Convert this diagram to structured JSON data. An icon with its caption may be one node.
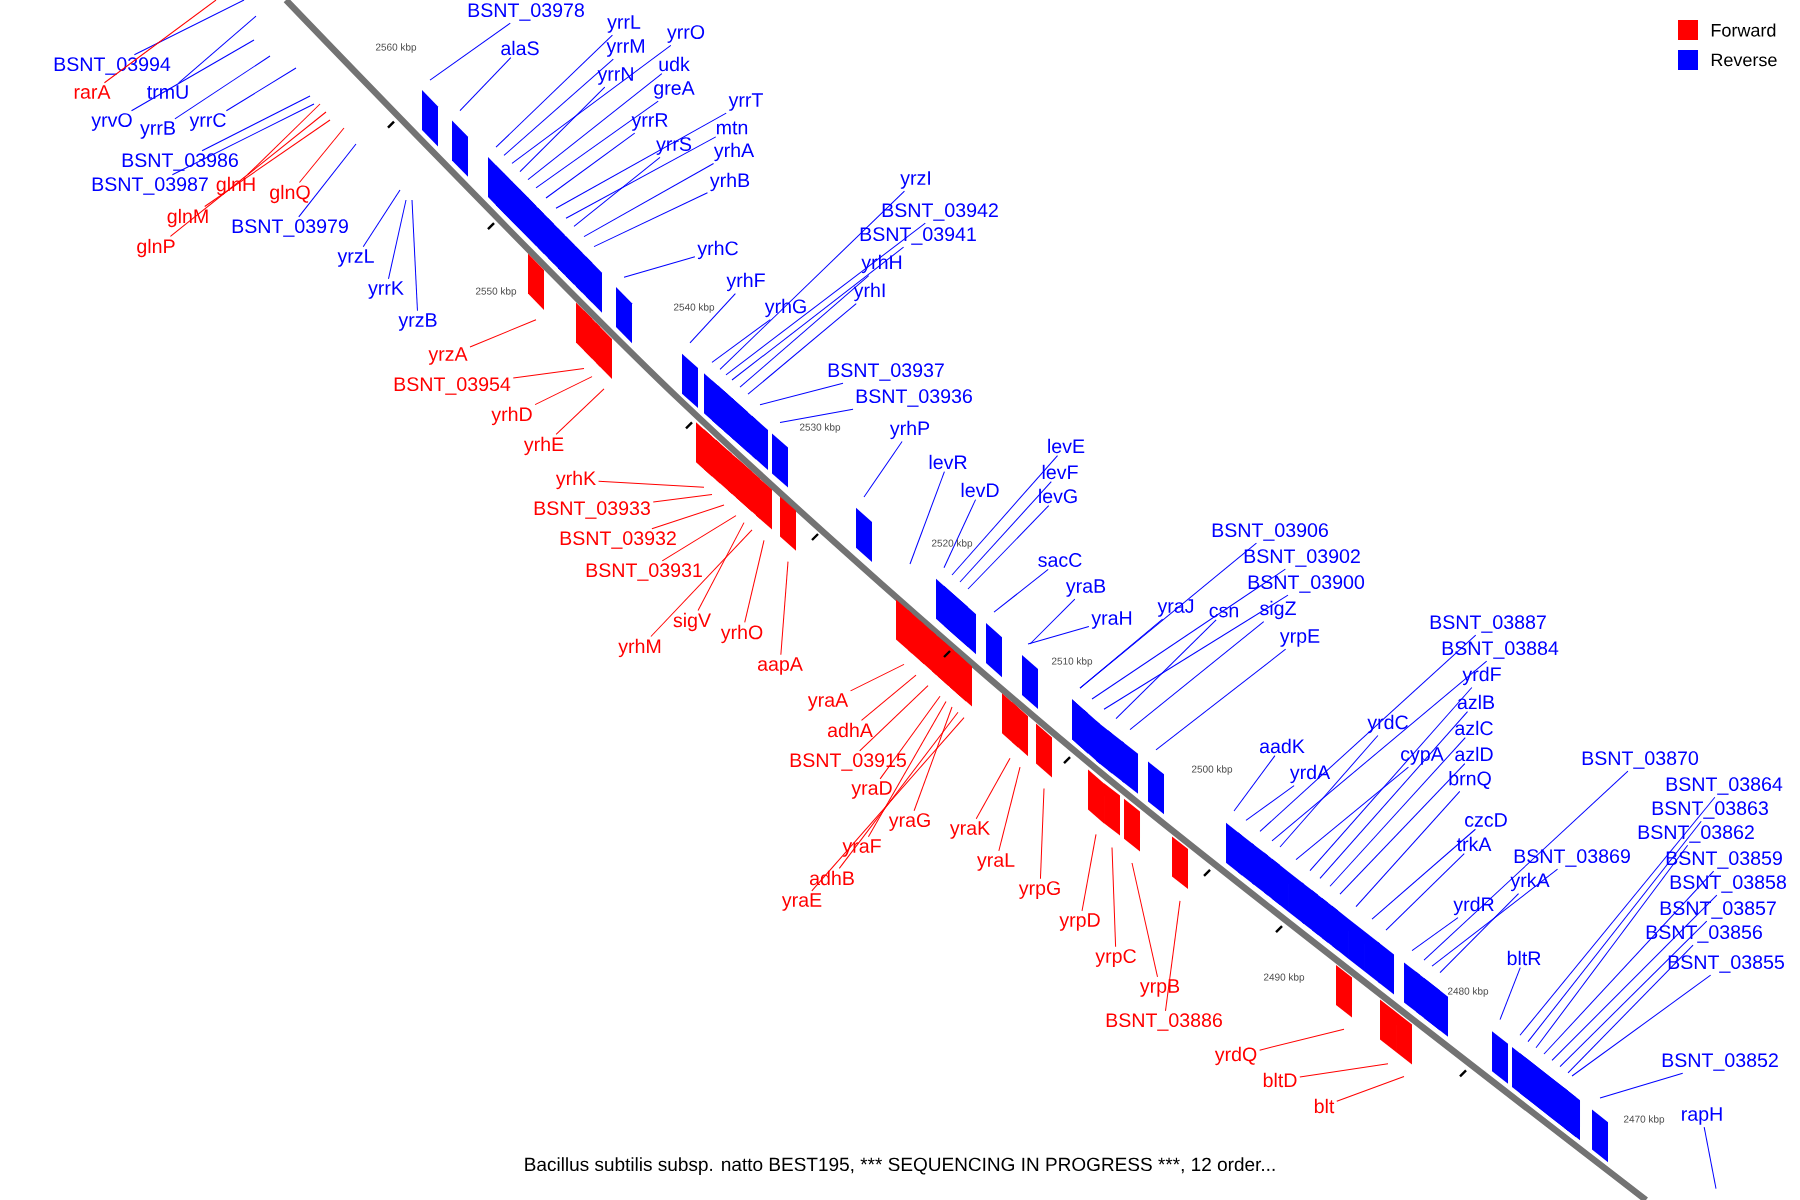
{
  "diagram": {
    "caption": "Bacillus subtilis subsp. natto BEST195, *** SEQUENCING IN PROGRESS ***, 12 order...",
    "nodes": [
      {
        "text": [
          "BSNT_03994"
        ]
      },
      {
        "text": [
          "rarA"
        ]
      },
      {
        "text": [
          "trmU"
        ]
      },
      {
        "text": [
          "yrvO"
        ]
      },
      {
        "text": [
          "yrrB"
        ]
      },
      {
        "text": [
          "yrrC"
        ]
      },
      {
        "text": [
          "BSNT_03986"
        ]
      },
      {
        "text": [
          "BSNT_03987"
        ]
      },
      {
        "text": [
          "glnH"
        ]
      },
      {
        "text": [
          "glnQ"
        ]
      },
      {
        "text": [
          "glnM"
        ]
      },
      {
        "text": [
          "glnP"
        ]
      },
      {
        "text": [
          "BSNT_03979"
        ]
      },
      {
        "text": [
          "yrzL"
        ]
      },
      {
        "text": [
          "yrrK"
        ]
      },
      {
        "text": [
          "yrzB"
        ]
      },
      {
        "text": [
          "BSNT_03978"
        ]
      },
      {
        "text": [
          "alaS"
        ]
      },
      {
        "text": [
          "yrrL"
        ]
      },
      {
        "text": [
          "yrrM"
        ]
      },
      {
        "text": [
          "yrrO"
        ]
      },
      {
        "text": [
          "yrrN"
        ]
      },
      {
        "text": [
          "udk"
        ]
      },
      {
        "text": [
          "greA"
        ]
      },
      {
        "text": [
          "yrrR"
        ]
      },
      {
        "text": [
          "yrrT"
        ]
      },
      {
        "text": [
          "mtn"
        ]
      },
      {
        "text": [
          "yrrS"
        ]
      },
      {
        "text": [
          "yrhA"
        ]
      },
      {
        "text": [
          "yrhB"
        ]
      },
      {
        "text": [
          "yrhC"
        ]
      },
      {
        "text": [
          "yrhF"
        ]
      },
      {
        "text": [
          "yrzI"
        ]
      },
      {
        "text": [
          "BSNT_03942"
        ]
      },
      {
        "text": [
          "BSNT_03941"
        ]
      },
      {
        "text": [
          "yrhH"
        ]
      },
      {
        "text": [
          "yrhI"
        ]
      },
      {
        "text": [
          "yrhG"
        ]
      },
      {
        "text": [
          "yrzA"
        ]
      },
      {
        "text": [
          "BSNT_03954"
        ]
      },
      {
        "text": [
          "yrhD"
        ]
      },
      {
        "text": [
          "yrhE"
        ]
      },
      {
        "text": [
          "BSNT_03937"
        ]
      },
      {
        "text": [
          "BSNT_03936"
        ]
      },
      {
        "text": [
          "yrhP"
        ]
      },
      {
        "text": [
          "levR"
        ]
      },
      {
        "text": [
          "levD"
        ]
      },
      {
        "text": [
          "levE"
        ]
      },
      {
        "text": [
          "levF"
        ]
      },
      {
        "text": [
          "levG"
        ]
      },
      {
        "text": [
          "yrhK"
        ]
      },
      {
        "text": [
          "BSNT_03933"
        ]
      },
      {
        "text": [
          "BSNT_03932"
        ]
      },
      {
        "text": [
          "BSNT_03931"
        ]
      },
      {
        "text": [
          "sacC"
        ]
      },
      {
        "text": [
          "yraB"
        ]
      },
      {
        "text": [
          "BSNT_03906"
        ]
      },
      {
        "text": [
          "BSNT_03902"
        ]
      },
      {
        "text": [
          "BSNT_03900"
        ]
      },
      {
        "text": [
          "yraH"
        ]
      },
      {
        "text": [
          "yraJ"
        ]
      },
      {
        "text": [
          "csn"
        ]
      },
      {
        "text": [
          "sigZ"
        ]
      },
      {
        "text": [
          "yrpE"
        ]
      },
      {
        "text": [
          "sigV"
        ]
      },
      {
        "text": [
          "yrhO"
        ]
      },
      {
        "text": [
          "yrhM"
        ]
      },
      {
        "text": [
          "aapA"
        ]
      },
      {
        "text": [
          "BSNT_03887"
        ]
      },
      {
        "text": [
          "BSNT_03884"
        ]
      },
      {
        "text": [
          "yrdF"
        ]
      },
      {
        "text": [
          "azlB"
        ]
      },
      {
        "text": [
          "yraA"
        ]
      },
      {
        "text": [
          "yrdC"
        ]
      },
      {
        "text": [
          "azlC"
        ]
      },
      {
        "text": [
          "adhA"
        ]
      },
      {
        "text": [
          "aadK"
        ]
      },
      {
        "text": [
          "azlD"
        ]
      },
      {
        "text": [
          "cypA"
        ]
      },
      {
        "text": [
          "BSNT_03870"
        ]
      },
      {
        "text": [
          "BSNT_03915"
        ]
      },
      {
        "text": [
          "yrdA"
        ]
      },
      {
        "text": [
          "brnQ"
        ]
      },
      {
        "text": [
          "BSNT_03864"
        ]
      },
      {
        "text": [
          "yraD"
        ]
      },
      {
        "text": [
          "BSNT_03863"
        ]
      },
      {
        "text": [
          "czcD"
        ]
      },
      {
        "text": [
          "yraG"
        ]
      },
      {
        "text": [
          "yraK"
        ]
      },
      {
        "text": [
          "BSNT_03862"
        ]
      },
      {
        "text": [
          "trkA"
        ]
      },
      {
        "text": [
          "yraF"
        ]
      },
      {
        "text": [
          "BSNT_03869"
        ]
      },
      {
        "text": [
          "BSNT_03859"
        ]
      },
      {
        "text": [
          "yraL"
        ]
      },
      {
        "text": [
          "adhB"
        ]
      },
      {
        "text": [
          "yrkA"
        ]
      },
      {
        "text": [
          "BSNT_03858"
        ]
      },
      {
        "text": [
          "yrpG"
        ]
      },
      {
        "text": [
          "yraE"
        ]
      },
      {
        "text": [
          "yrdR"
        ]
      },
      {
        "text": [
          "BSNT_03857"
        ]
      },
      {
        "text": [
          "yrpD"
        ]
      },
      {
        "text": [
          "BSNT_03856"
        ]
      },
      {
        "text": [
          "yrpC"
        ]
      },
      {
        "text": [
          "bltR"
        ]
      },
      {
        "text": [
          "BSNT_03855"
        ]
      },
      {
        "text": [
          "yrpB"
        ]
      },
      {
        "text": [
          "BSNT_03886"
        ]
      },
      {
        "text": [
          "yrdQ"
        ]
      },
      {
        "text": [
          "BSNT_03852"
        ]
      },
      {
        "text": [
          "bltD"
        ]
      },
      {
        "text": [
          "blt"
        ]
      },
      {
        "text": [
          "rapH"
        ]
      }
    ],
    "edges": [
      {
        "from": 0,
        "to": null,
        "arrow": "none"
      },
      {
        "from": 1,
        "to": null,
        "arrow": "none",
        "color": "#ff0000"
      },
      {
        "from": 2,
        "to": null,
        "arrow": "none"
      },
      {
        "from": 3,
        "to": null,
        "arrow": "none"
      },
      {
        "from": 4,
        "to": null,
        "arrow": "none"
      },
      {
        "from": 5,
        "to": null,
        "arrow": "none"
      },
      {
        "from": 6,
        "to": null,
        "arrow": "none"
      },
      {
        "from": 7,
        "to": null,
        "arrow": "none"
      },
      {
        "from": 8,
        "to": null,
        "arrow": "none",
        "color": "#ff0000"
      },
      {
        "from": 9,
        "to": null,
        "arrow": "none",
        "color": "#ff0000"
      },
      {
        "from": 10,
        "to": null,
        "arrow": "none",
        "color": "#ff0000"
      },
      {
        "from": 11,
        "to": null,
        "arrow": "none",
        "color": "#ff0000"
      },
      {
        "from": 12,
        "to": null,
        "arrow": "none"
      },
      {
        "from": 13,
        "to": null,
        "arrow": "none"
      },
      {
        "from": 14,
        "to": null,
        "arrow": "none"
      },
      {
        "from": 15,
        "to": null,
        "arrow": "none"
      },
      {
        "from": 16,
        "to": null,
        "arrow": "none"
      },
      {
        "from": 17,
        "to": null,
        "arrow": "none"
      },
      {
        "from": 18,
        "to": null,
        "arrow": "none"
      },
      {
        "from": 19,
        "to": null,
        "arrow": "none"
      },
      {
        "from": 20,
        "to": null,
        "arrow": "none"
      },
      {
        "from": 21,
        "to": null,
        "arrow": "none"
      },
      {
        "from": 22,
        "to": null,
        "arrow": "none"
      },
      {
        "from": 23,
        "to": null,
        "arrow": "none"
      },
      {
        "from": 24,
        "to": null,
        "arrow": "none"
      },
      {
        "from": 25,
        "to": null,
        "arrow": "none"
      },
      {
        "from": 26,
        "to": null,
        "arrow": "none"
      },
      {
        "from": 27,
        "to": null,
        "arrow": "none"
      },
      {
        "from": 28,
        "to": null,
        "arrow": "none"
      },
      {
        "from": 29,
        "to": null,
        "arrow": "none"
      },
      {
        "from": 30,
        "to": null,
        "arrow": "none"
      },
      {
        "from": 31,
        "to": null,
        "arrow": "none"
      },
      {
        "from": 32,
        "to": null,
        "arrow": "none"
      },
      {
        "from": 33,
        "to": null,
        "arrow": "none"
      },
      {
        "from": 34,
        "to": null,
        "arrow": "none"
      },
      {
        "from": 35,
        "to": null,
        "arrow": "none"
      },
      {
        "from": 36,
        "to": null,
        "arrow": "none"
      },
      {
        "from": 37,
        "to": null,
        "arrow": "none"
      },
      {
        "from": 38,
        "to": null,
        "arrow": "none",
        "color": "#ff0000"
      },
      {
        "from": 39,
        "to": null,
        "arrow": "none",
        "color": "#ff0000"
      },
      {
        "from": 40,
        "to": null,
        "arrow": "none",
        "color": "#ff0000"
      },
      {
        "from": 41,
        "to": null,
        "arrow": "none",
        "color": "#ff0000"
      },
      {
        "from": 42,
        "to": null,
        "arrow": "none"
      },
      {
        "from": 43,
        "to": null,
        "arrow": "none"
      },
      {
        "from": 44,
        "to": null,
        "arrow": "none"
      },
      {
        "from": 45,
        "to": null,
        "arrow": "none"
      },
      {
        "from": 46,
        "to": null,
        "arrow": "none"
      },
      {
        "from": 47,
        "to": null,
        "arrow": "none"
      },
      {
        "from": 48,
        "to": null,
        "arrow": "none"
      },
      {
        "from": 49,
        "to": null,
        "arrow": "none"
      },
      {
        "from": 50,
        "to": null,
        "arrow": "none",
        "color": "#ff0000"
      },
      {
        "from": 51,
        "to": null,
        "arrow": "none",
        "color": "#ff0000"
      },
      {
        "from": 52,
        "to": null,
        "arrow": "none",
        "color": "#ff0000"
      },
      {
        "from": 53,
        "to": null,
        "arrow": "none",
        "color": "#ff0000"
      },
      {
        "from": 54,
        "to": null,
        "arrow": "none"
      },
      {
        "from": 55,
        "to": null,
        "arrow": "none"
      },
      {
        "from": 56,
        "to": null,
        "arrow": "none"
      },
      {
        "from": 57,
        "to": null,
        "arrow": "none"
      },
      {
        "from": 58,
        "to": null,
        "arrow": "none"
      },
      {
        "from": 59,
        "to": null,
        "arrow": "none"
      },
      {
        "from": 60,
        "to": null,
        "arrow": "none"
      },
      {
        "from": 61,
        "to": null,
        "arrow": "none"
      },
      {
        "from": 62,
        "to": null,
        "arrow": "none"
      },
      {
        "from": 63,
        "to": null,
        "arrow": "none"
      },
      {
        "from": 64,
        "to": null,
        "arrow": "none",
        "color": "#ff0000"
      },
      {
        "from": 65,
        "to": null,
        "arrow": "none",
        "color": "#ff0000"
      },
      {
        "from": 66,
        "to": null,
        "arrow": "none",
        "color": "#ff0000"
      },
      {
        "from": 67,
        "to": null,
        "arrow": "none",
        "color": "#ff0000"
      },
      {
        "from": 68,
        "to": null,
        "arrow": "none"
      },
      {
        "from": 69,
        "to": null,
        "arrow": "none"
      },
      {
        "from": 70,
        "to": null,
        "arrow": "none"
      },
      {
        "from": 71,
        "to": null,
        "arrow": "none"
      },
      {
        "from": 72,
        "to": null,
        "arrow": "none",
        "color": "#ff0000"
      },
      {
        "from": 73,
        "to": null,
        "arrow": "none"
      },
      {
        "from": 74,
        "to": null,
        "arrow": "none"
      },
      {
        "from": 75,
        "to": null,
        "arrow": "none",
        "color": "#ff0000"
      },
      {
        "from": 76,
        "to": null,
        "arrow": "none"
      },
      {
        "from": 77,
        "to": null,
        "arrow": "none"
      },
      {
        "from": 78,
        "to": null,
        "arrow": "none"
      },
      {
        "from": 79,
        "to": null,
        "arrow": "none"
      },
      {
        "from": 80,
        "to": null,
        "arrow": "none",
        "color": "#ff0000"
      },
      {
        "from": 81,
        "to": null,
        "arrow": "none"
      },
      {
        "from": 82,
        "to": null,
        "arrow": "none"
      },
      {
        "from": 83,
        "to": null,
        "arrow": "none"
      },
      {
        "from": 84,
        "to": null,
        "arrow": "none",
        "color": "#ff0000"
      },
      {
        "from": 85,
        "to": null,
        "arrow": "none"
      },
      {
        "from": 86,
        "to": null,
        "arrow": "none"
      },
      {
        "from": 87,
        "to": null,
        "arrow": "none",
        "color": "#ff0000"
      },
      {
        "from": 88,
        "to": null,
        "arrow": "none",
        "color": "#ff0000"
      },
      {
        "from": 89,
        "to": null,
        "arrow": "none"
      },
      {
        "from": 90,
        "to": null,
        "arrow": "none"
      },
      {
        "from": 91,
        "to": null,
        "arrow": "none",
        "color": "#ff0000"
      },
      {
        "from": 92,
        "to": null,
        "arrow": "none"
      },
      {
        "from": 93,
        "to": null,
        "arrow": "none"
      },
      {
        "from": 94,
        "to": null,
        "arrow": "none",
        "color": "#ff0000"
      },
      {
        "from": 95,
        "to": null,
        "arrow": "none",
        "color": "#ff0000"
      },
      {
        "from": 96,
        "to": null,
        "arrow": "none"
      },
      {
        "from": 97,
        "to": null,
        "arrow": "none"
      },
      {
        "from": 98,
        "to": null,
        "arrow": "none",
        "color": "#ff0000"
      },
      {
        "from": 99,
        "to": null,
        "arrow": "none",
        "color": "#ff0000"
      },
      {
        "from": 100,
        "to": null,
        "arrow": "none"
      },
      {
        "from": 101,
        "to": null,
        "arrow": "none"
      },
      {
        "from": 102,
        "to": null,
        "arrow": "none",
        "color": "#ff0000"
      },
      {
        "from": 103,
        "to": null,
        "arrow": "none"
      },
      {
        "from": 104,
        "to": null,
        "arrow": "none",
        "color": "#ff0000"
      },
      {
        "from": 105,
        "to": null,
        "arrow": "none"
      },
      {
        "from": 106,
        "to": null,
        "arrow": "none"
      },
      {
        "from": 107,
        "to": null,
        "arrow": "none",
        "color": "#ff0000"
      },
      {
        "from": 108,
        "to": null,
        "arrow": "none",
        "color": "#ff0000"
      },
      {
        "from": 109,
        "to": null,
        "arrow": "none",
        "color": "#ff0000"
      },
      {
        "from": 110,
        "to": null,
        "arrow": "none"
      },
      {
        "from": 111,
        "to": null,
        "arrow": "none",
        "color": "#ff0000"
      },
      {
        "from": 112,
        "to": null,
        "arrow": "none",
        "color": "#ff0000"
      },
      {
        "from": 113,
        "to": null,
        "arrow": "none"
      }
    ],
    "labels": [
      "2560 kbp",
      "2550 kbp",
      "2540 kbp",
      "2530 kbp",
      "2520 kbp",
      "2510 kbp",
      "2500 kbp",
      "2490 kbp",
      "2480 kbp",
      "2470 kbp"
    ],
    "legend": [
      {
        "text": "Forward",
        "color": "#ff0000"
      },
      {
        "text": "Reverse",
        "color": "#0000ff"
      }
    ]
  }
}
